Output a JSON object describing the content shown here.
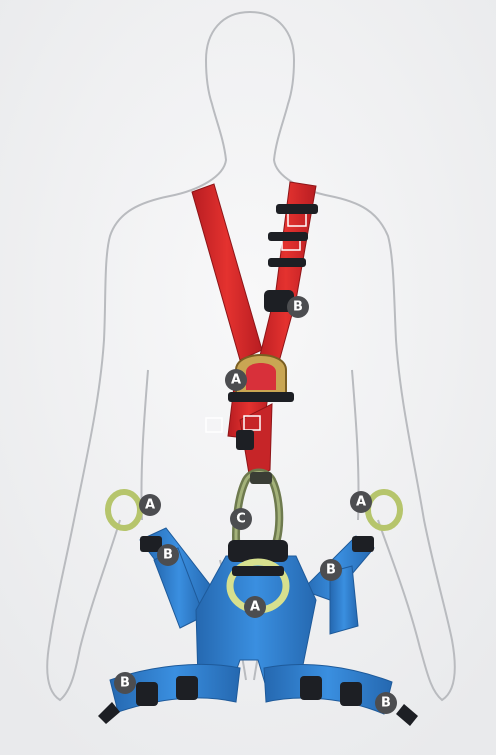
{
  "colors": {
    "background": "#f3f3f4",
    "body_outline": "#b9bbbf",
    "chest_strap_red": "#d9242a",
    "leg_strap_blue": "#2f7fd0",
    "buckle_dark": "#1d1f24",
    "ring_yellow": "#c8d27a",
    "carabiner_green": "#8a9a63",
    "badge_fill": "#4c4d50",
    "badge_text": "#ffffff"
  },
  "labels": {
    "b_shoulder": "B",
    "a_chest": "A",
    "a_left_side": "A",
    "a_right_side": "A",
    "c_carabiner": "C",
    "b_left_waist": "B",
    "b_right_waist": "B",
    "a_front": "A",
    "b_left_leg": "B",
    "b_right_leg": "B"
  }
}
